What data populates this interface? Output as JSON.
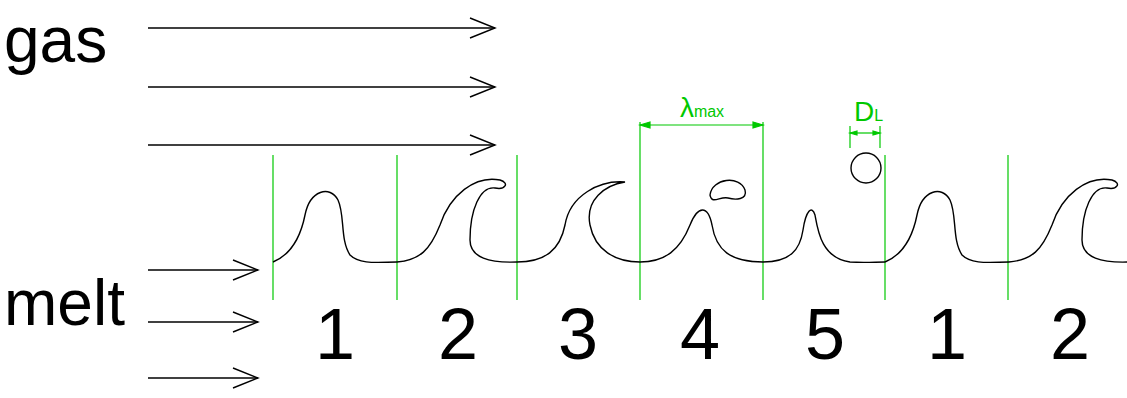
{
  "diagram": {
    "labels": [
      "gas",
      "melt",
      "λmax",
      "DL",
      "1",
      "2",
      "3",
      "4",
      "5",
      "1",
      "2"
    ]
  }
}
